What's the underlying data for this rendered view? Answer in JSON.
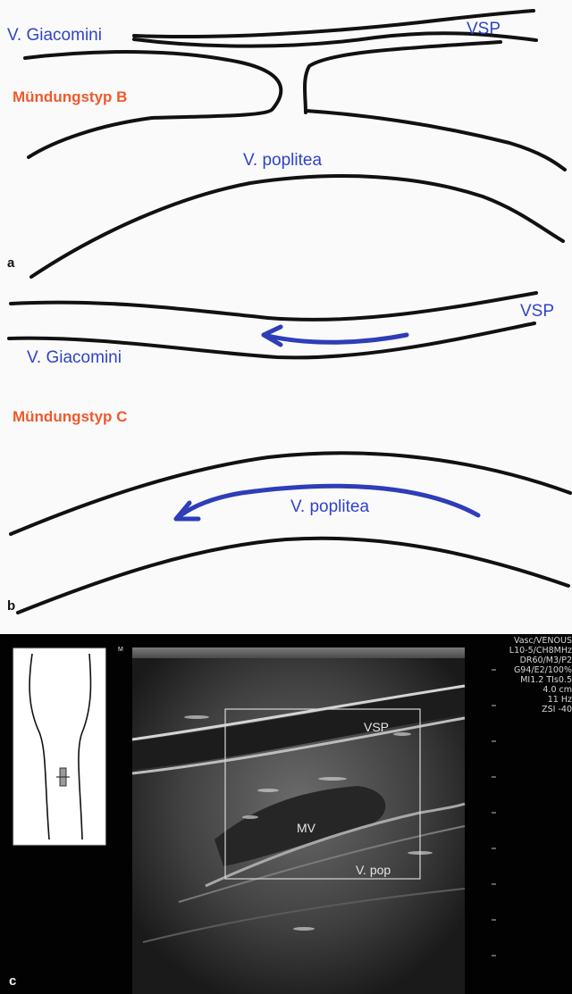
{
  "panel_a": {
    "letter": "a",
    "labels": {
      "giacomini": "V. Giacomini",
      "vsp": "VSP",
      "type": "Mündungstyp B",
      "poplitea": "V. poplitea"
    }
  },
  "panel_b": {
    "letter": "b",
    "labels": {
      "vsp": "VSP",
      "giacomini": "V. Giacomini",
      "type": "Mündungstyp C",
      "poplitea": "V. poplitea"
    }
  },
  "panel_c": {
    "letter": "c",
    "labels": {
      "vsp": "VSP",
      "mv": "MV",
      "vpop": "V. pop"
    },
    "scanner_params": [
      "Vasc/VENOUS",
      "L10-5/CH8MHz",
      "DR60/M3/P2",
      "G94/E2/100%",
      "MI1.2  TIs0.5",
      "4.0 cm",
      "11 Hz",
      "ZSI -40"
    ],
    "scale_marker": "M"
  },
  "colors": {
    "vein_label": "#2f43c8",
    "type_label": "#ee5a2c",
    "flow_arrow": "#2e3db8",
    "ultrasound_bg": "#020202"
  }
}
